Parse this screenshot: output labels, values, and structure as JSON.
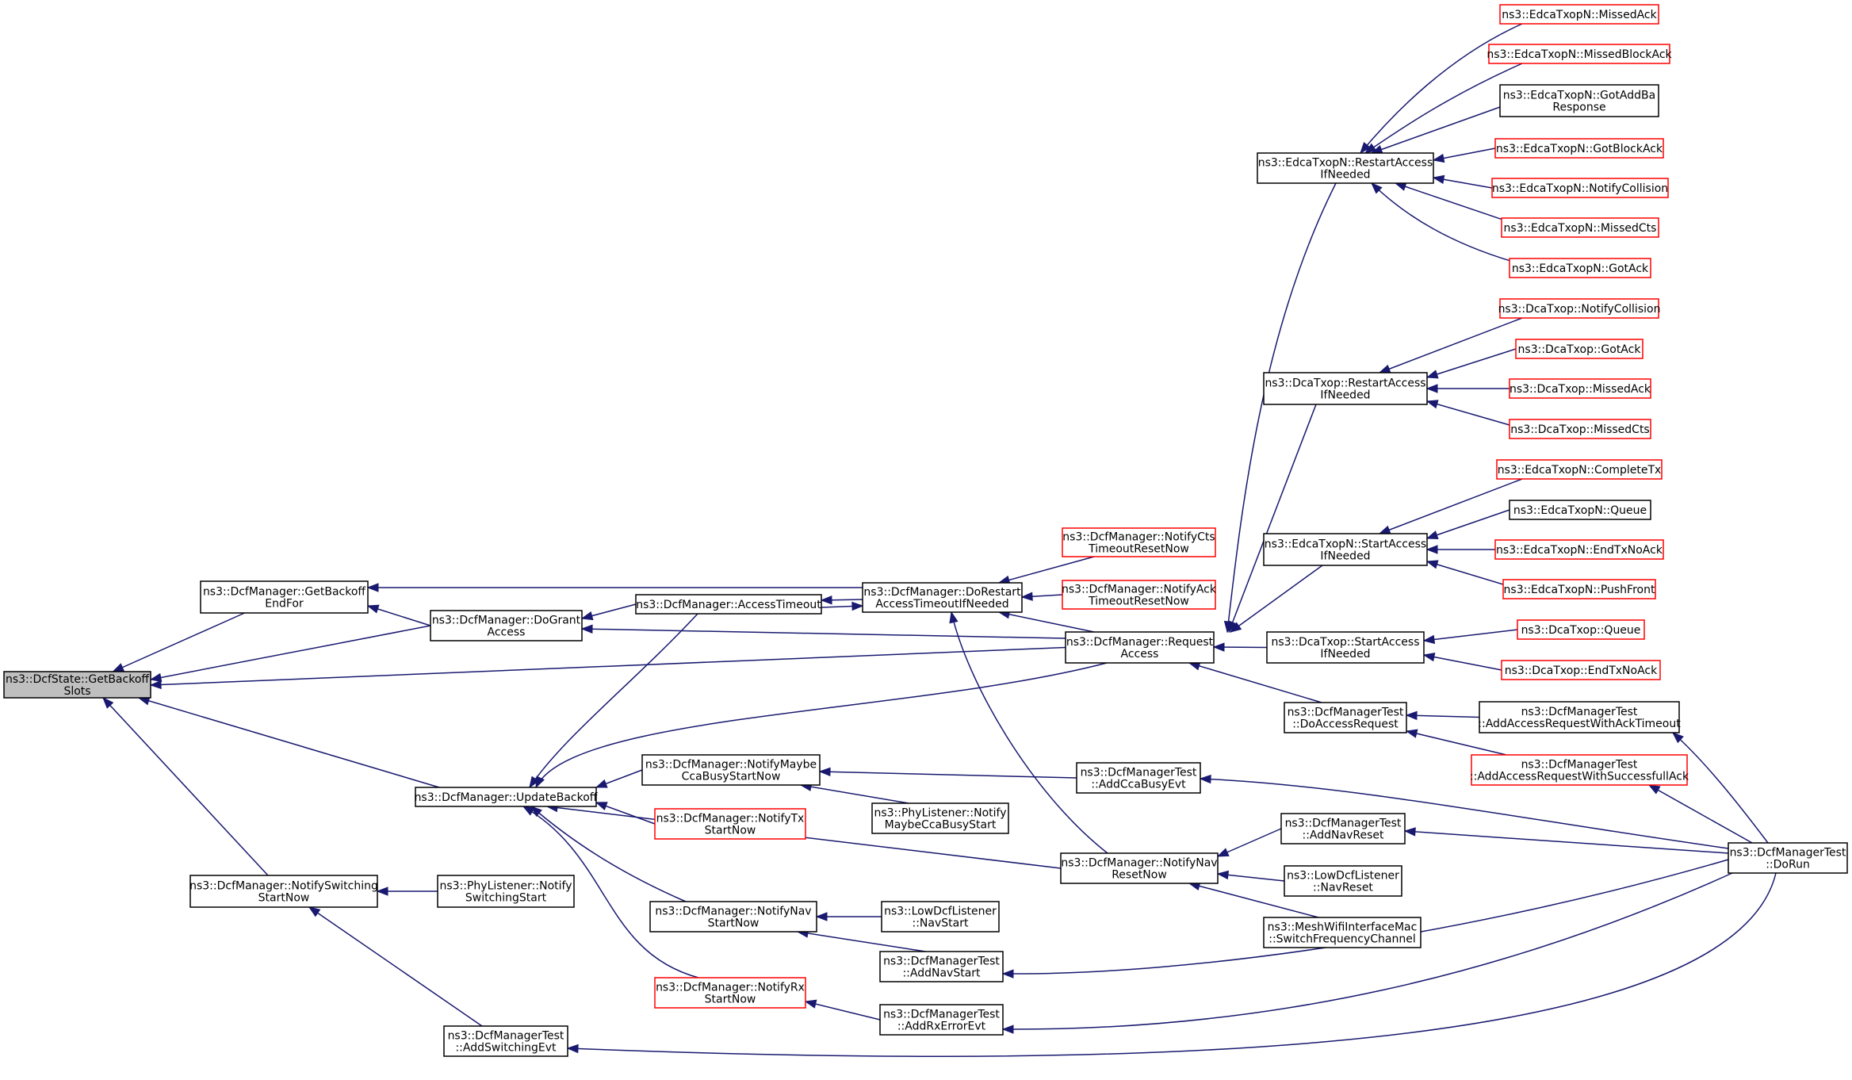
{
  "diagram": {
    "title": "",
    "nodes": [
      {
        "id": "root",
        "lines": [
          "ns3::DcfState::GetBackoff",
          "Slots"
        ],
        "style": "root"
      },
      {
        "id": "getbackoffendfor",
        "lines": [
          "ns3::DcfManager::GetBackoff",
          "EndFor"
        ],
        "style": "black"
      },
      {
        "id": "dograntaccess",
        "lines": [
          "ns3::DcfManager::DoGrant",
          "Access"
        ],
        "style": "black"
      },
      {
        "id": "accesstimeout",
        "lines": [
          "ns3::DcfManager::AccessTimeout"
        ],
        "style": "black"
      },
      {
        "id": "dorestart",
        "lines": [
          "ns3::DcfManager::DoRestart",
          "AccessTimeoutIfNeeded"
        ],
        "style": "black"
      },
      {
        "id": "notifyctstimeout",
        "lines": [
          "ns3::DcfManager::NotifyCts",
          "TimeoutResetNow"
        ],
        "style": "red"
      },
      {
        "id": "notifyacktimeout",
        "lines": [
          "ns3::DcfManager::NotifyAck",
          "TimeoutResetNow"
        ],
        "style": "red"
      },
      {
        "id": "requestaccess",
        "lines": [
          "ns3::DcfManager::Request",
          "Access"
        ],
        "style": "black"
      },
      {
        "id": "updatebackoff",
        "lines": [
          "ns3::DcfManager::UpdateBackoff"
        ],
        "style": "black"
      },
      {
        "id": "notifymaybecca",
        "lines": [
          "ns3::DcfManager::NotifyMaybe",
          "CcaBusyStartNow"
        ],
        "style": "black"
      },
      {
        "id": "notifytx",
        "lines": [
          "ns3::DcfManager::NotifyTx",
          "StartNow"
        ],
        "style": "red"
      },
      {
        "id": "notifynavstart",
        "lines": [
          "ns3::DcfManager::NotifyNav",
          "StartNow"
        ],
        "style": "black"
      },
      {
        "id": "notifyrx",
        "lines": [
          "ns3::DcfManager::NotifyRx",
          "StartNow"
        ],
        "style": "red"
      },
      {
        "id": "notifyswitching",
        "lines": [
          "ns3::DcfManager::NotifySwitching",
          "StartNow"
        ],
        "style": "black"
      },
      {
        "id": "physwitching",
        "lines": [
          "ns3::PhyListener::Notify",
          "SwitchingStart"
        ],
        "style": "black"
      },
      {
        "id": "addswitchingevt",
        "lines": [
          "ns3::DcfManagerTest",
          "::AddSwitchingEvt"
        ],
        "style": "black"
      },
      {
        "id": "addccabusyevt",
        "lines": [
          "ns3::DcfManagerTest",
          "::AddCcaBusyEvt"
        ],
        "style": "black"
      },
      {
        "id": "phyccabusy",
        "lines": [
          "ns3::PhyListener::Notify",
          "MaybeCcaBusyStart"
        ],
        "style": "black"
      },
      {
        "id": "lownavstart",
        "lines": [
          "ns3::LowDcfListener",
          "::NavStart"
        ],
        "style": "black"
      },
      {
        "id": "addnavstart",
        "lines": [
          "ns3::DcfManagerTest",
          "::AddNavStart"
        ],
        "style": "black"
      },
      {
        "id": "addrxerrorevt",
        "lines": [
          "ns3::DcfManagerTest",
          "::AddRxErrorEvt"
        ],
        "style": "black"
      },
      {
        "id": "notifynavreset",
        "lines": [
          "ns3::DcfManager::NotifyNav",
          "ResetNow"
        ],
        "style": "black"
      },
      {
        "id": "addnavreset",
        "lines": [
          "ns3::DcfManagerTest",
          "::AddNavReset"
        ],
        "style": "black"
      },
      {
        "id": "lownavreset",
        "lines": [
          "ns3::LowDcfListener",
          "::NavReset"
        ],
        "style": "black"
      },
      {
        "id": "meshwifi",
        "lines": [
          "ns3::MeshWifiInterfaceMac",
          "::SwitchFrequencyChannel"
        ],
        "style": "black"
      },
      {
        "id": "doaccessrequest",
        "lines": [
          "ns3::DcfManagerTest",
          "::DoAccessRequest"
        ],
        "style": "black"
      },
      {
        "id": "addaccessack",
        "lines": [
          "ns3::DcfManagerTest",
          "::AddAccessRequestWithAckTimeout"
        ],
        "style": "black"
      },
      {
        "id": "addaccesssucc",
        "lines": [
          "ns3::DcfManagerTest",
          "::AddAccessRequestWithSuccessfullAck"
        ],
        "style": "red"
      },
      {
        "id": "dorun",
        "lines": [
          "ns3::DcfManagerTest",
          "::DoRun"
        ],
        "style": "black"
      },
      {
        "id": "edcarestart",
        "lines": [
          "ns3::EdcaTxopN::RestartAccess",
          "IfNeeded"
        ],
        "style": "black"
      },
      {
        "id": "edcamissedack",
        "lines": [
          "ns3::EdcaTxopN::MissedAck"
        ],
        "style": "red"
      },
      {
        "id": "edcamissedblockack",
        "lines": [
          "ns3::EdcaTxopN::MissedBlockAck"
        ],
        "style": "red"
      },
      {
        "id": "edcagotaddba",
        "lines": [
          "ns3::EdcaTxopN::GotAddBa",
          "Response"
        ],
        "style": "black"
      },
      {
        "id": "edcagotblockack",
        "lines": [
          "ns3::EdcaTxopN::GotBlockAck"
        ],
        "style": "red"
      },
      {
        "id": "edcanotifycollision",
        "lines": [
          "ns3::EdcaTxopN::NotifyCollision"
        ],
        "style": "red"
      },
      {
        "id": "edcamissedcts",
        "lines": [
          "ns3::EdcaTxopN::MissedCts"
        ],
        "style": "red"
      },
      {
        "id": "edcagotack",
        "lines": [
          "ns3::EdcaTxopN::GotAck"
        ],
        "style": "red"
      },
      {
        "id": "dcarestart",
        "lines": [
          "ns3::DcaTxop::RestartAccess",
          "IfNeeded"
        ],
        "style": "black"
      },
      {
        "id": "dcanotifycollision",
        "lines": [
          "ns3::DcaTxop::NotifyCollision"
        ],
        "style": "red"
      },
      {
        "id": "dcagotack",
        "lines": [
          "ns3::DcaTxop::GotAck"
        ],
        "style": "red"
      },
      {
        "id": "dcamissedack",
        "lines": [
          "ns3::DcaTxop::MissedAck"
        ],
        "style": "red"
      },
      {
        "id": "dcamissedcts",
        "lines": [
          "ns3::DcaTxop::MissedCts"
        ],
        "style": "red"
      },
      {
        "id": "edcastart",
        "lines": [
          "ns3::EdcaTxopN::StartAccess",
          "IfNeeded"
        ],
        "style": "black"
      },
      {
        "id": "edcacompletetx",
        "lines": [
          "ns3::EdcaTxopN::CompleteTx"
        ],
        "style": "red"
      },
      {
        "id": "edcaqueue",
        "lines": [
          "ns3::EdcaTxopN::Queue"
        ],
        "style": "black"
      },
      {
        "id": "edcaendtxnoack",
        "lines": [
          "ns3::EdcaTxopN::EndTxNoAck"
        ],
        "style": "red"
      },
      {
        "id": "edcapushfront",
        "lines": [
          "ns3::EdcaTxopN::PushFront"
        ],
        "style": "red"
      },
      {
        "id": "dcastart",
        "lines": [
          "ns3::DcaTxop::StartAccess",
          "IfNeeded"
        ],
        "style": "black"
      },
      {
        "id": "dcaqueue",
        "lines": [
          "ns3::DcaTxop::Queue"
        ],
        "style": "red"
      },
      {
        "id": "dcaendtxnoack",
        "lines": [
          "ns3::DcaTxop::EndTxNoAck"
        ],
        "style": "red"
      }
    ],
    "edges": [
      {
        "from": "getbackoffendfor",
        "to": "root"
      },
      {
        "from": "dograntaccess",
        "to": "root"
      },
      {
        "from": "requestaccess",
        "to": "root"
      },
      {
        "from": "updatebackoff",
        "to": "root"
      },
      {
        "from": "notifyswitching",
        "to": "root"
      },
      {
        "from": "dograntaccess",
        "to": "getbackoffendfor"
      },
      {
        "from": "dorestart",
        "to": "getbackoffendfor"
      },
      {
        "from": "accesstimeout",
        "to": "dograntaccess"
      },
      {
        "from": "requestaccess",
        "to": "dograntaccess"
      },
      {
        "from": "dorestart",
        "to": "accesstimeout"
      },
      {
        "from": "accesstimeout",
        "to": "dorestart"
      },
      {
        "from": "notifyctstimeout",
        "to": "dorestart"
      },
      {
        "from": "notifyacktimeout",
        "to": "dorestart"
      },
      {
        "from": "requestaccess",
        "to": "dorestart"
      },
      {
        "from": "notifynavreset",
        "to": "dorestart"
      },
      {
        "from": "accesstimeout",
        "to": "updatebackoff"
      },
      {
        "from": "requestaccess",
        "to": "updatebackoff"
      },
      {
        "from": "notifymaybecca",
        "to": "updatebackoff"
      },
      {
        "from": "notifytx",
        "to": "updatebackoff"
      },
      {
        "from": "notifynavstart",
        "to": "updatebackoff"
      },
      {
        "from": "notifyrx",
        "to": "updatebackoff"
      },
      {
        "from": "notifynavreset",
        "to": "updatebackoff"
      },
      {
        "from": "addccabusyevt",
        "to": "notifymaybecca"
      },
      {
        "from": "phyccabusy",
        "to": "notifymaybecca"
      },
      {
        "from": "lownavstart",
        "to": "notifynavstart"
      },
      {
        "from": "addnavstart",
        "to": "notifynavstart"
      },
      {
        "from": "addrxerrorevt",
        "to": "notifyrx"
      },
      {
        "from": "physwitching",
        "to": "notifyswitching"
      },
      {
        "from": "addswitchingevt",
        "to": "notifyswitching"
      },
      {
        "from": "addnavreset",
        "to": "notifynavreset"
      },
      {
        "from": "lownavreset",
        "to": "notifynavreset"
      },
      {
        "from": "meshwifi",
        "to": "notifynavreset"
      },
      {
        "from": "edcarestart",
        "to": "requestaccess"
      },
      {
        "from": "dcarestart",
        "to": "requestaccess"
      },
      {
        "from": "edcastart",
        "to": "requestaccess"
      },
      {
        "from": "dcastart",
        "to": "requestaccess"
      },
      {
        "from": "doaccessrequest",
        "to": "requestaccess"
      },
      {
        "from": "edcamissedack",
        "to": "edcarestart"
      },
      {
        "from": "edcamissedblockack",
        "to": "edcarestart"
      },
      {
        "from": "edcagotaddba",
        "to": "edcarestart"
      },
      {
        "from": "edcagotblockack",
        "to": "edcarestart"
      },
      {
        "from": "edcanotifycollision",
        "to": "edcarestart"
      },
      {
        "from": "edcamissedcts",
        "to": "edcarestart"
      },
      {
        "from": "edcagotack",
        "to": "edcarestart"
      },
      {
        "from": "dcanotifycollision",
        "to": "dcarestart"
      },
      {
        "from": "dcagotack",
        "to": "dcarestart"
      },
      {
        "from": "dcamissedack",
        "to": "dcarestart"
      },
      {
        "from": "dcamissedcts",
        "to": "dcarestart"
      },
      {
        "from": "edcacompletetx",
        "to": "edcastart"
      },
      {
        "from": "edcaqueue",
        "to": "edcastart"
      },
      {
        "from": "edcaendtxnoack",
        "to": "edcastart"
      },
      {
        "from": "edcapushfront",
        "to": "edcastart"
      },
      {
        "from": "dcaqueue",
        "to": "dcastart"
      },
      {
        "from": "dcaendtxnoack",
        "to": "dcastart"
      },
      {
        "from": "addaccessack",
        "to": "doaccessrequest"
      },
      {
        "from": "addaccesssucc",
        "to": "doaccessrequest"
      },
      {
        "from": "dorun",
        "to": "addaccessack"
      },
      {
        "from": "dorun",
        "to": "addaccesssucc"
      },
      {
        "from": "dorun",
        "to": "addccabusyevt"
      },
      {
        "from": "dorun",
        "to": "addnavreset"
      },
      {
        "from": "dorun",
        "to": "addnavstart"
      },
      {
        "from": "dorun",
        "to": "addrxerrorevt"
      },
      {
        "from": "dorun",
        "to": "addswitchingevt"
      }
    ]
  },
  "colors": {
    "edge": "#191970",
    "node_border": "#000000",
    "node_border_red": "#ff0000",
    "root_fill": "#bfbfbf",
    "background": "#ffffff"
  }
}
